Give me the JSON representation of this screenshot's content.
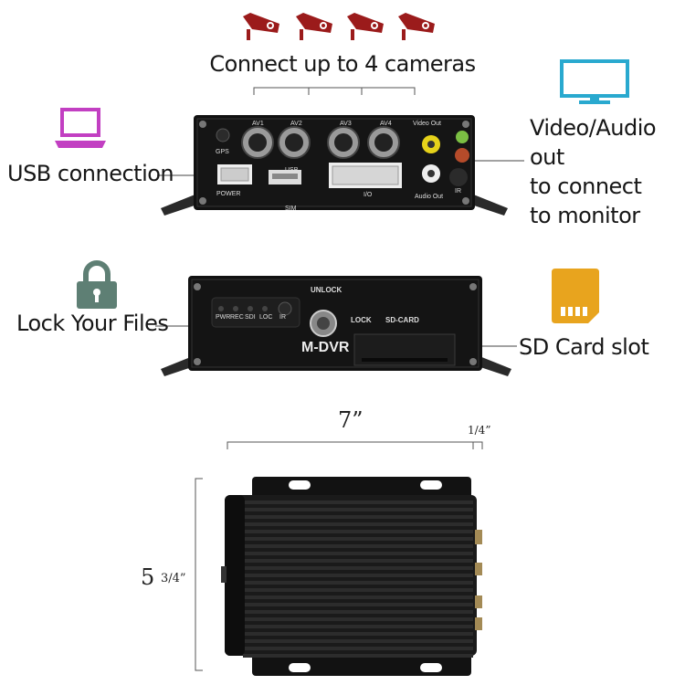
{
  "labels": {
    "connect_cameras": "Connect up to 4 cameras",
    "usb_connection": "USB connection",
    "video_audio_line1": "Video/Audio out",
    "video_audio_line2": "to connect",
    "video_audio_line3": "to monitor",
    "lock_files": "Lock Your Files",
    "sd_card_slot": "SD Card slot"
  },
  "dimensions": {
    "width": "7”",
    "offset": "1/4”",
    "height_main": "5",
    "height_frac": "3/4”"
  },
  "rear_panel": {
    "gps": "GPS",
    "av1": "AV1",
    "av2": "AV2",
    "av3": "AV3",
    "av4": "AV4",
    "video_out": "Video Out",
    "audio_out": "Audio Out",
    "usb": "USB",
    "power": "POWER",
    "io": "I/O",
    "sim": "SIM",
    "ir": "IR"
  },
  "front_panel": {
    "unlock": "UNLOCK",
    "lock": "LOCK",
    "sd_card": "SD-CARD",
    "brand": "M-DVR",
    "leds": [
      "PWR",
      "REC",
      "SDI",
      "LOC",
      "IR"
    ]
  },
  "icon_colors": {
    "camera": "#9b1b1b",
    "laptop": "#c23fc2",
    "monitor": "#29a9cf",
    "lock": "#5e7f74",
    "sd_card": "#e8a41e"
  }
}
